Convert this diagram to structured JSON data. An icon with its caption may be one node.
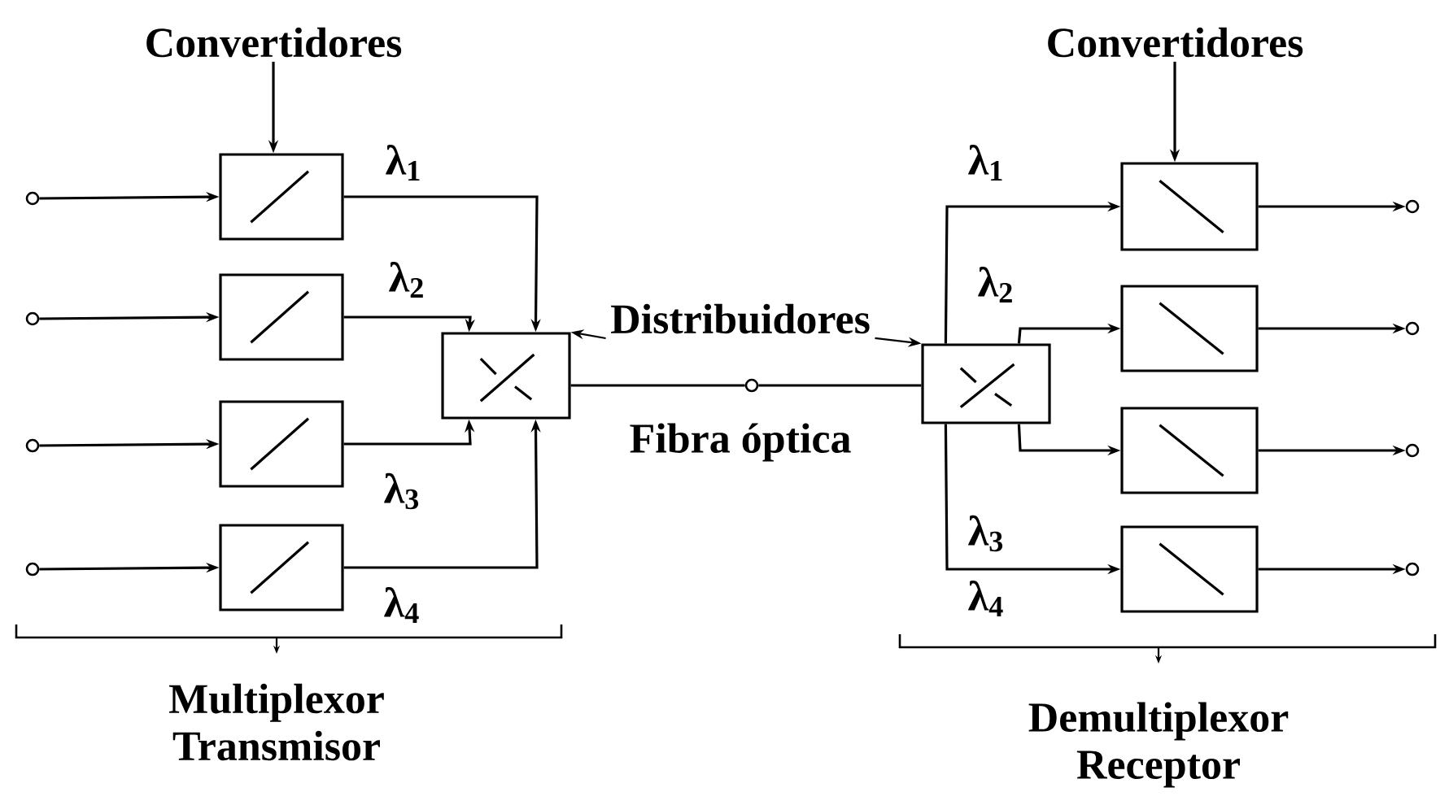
{
  "diagram": {
    "nodes": [
      {
        "text": [
          "Convertidores"
        ]
      },
      {
        "text": [
          "Convertidores"
        ]
      },
      {
        "text": [],
        "shape": "circle"
      },
      {
        "text": [],
        "shape": "circle"
      },
      {
        "text": [],
        "shape": "circle"
      },
      {
        "text": [],
        "shape": "circle"
      },
      {
        "text": [],
        "shape": "box"
      },
      {
        "text": [],
        "shape": "box"
      },
      {
        "text": [],
        "shape": "box"
      },
      {
        "text": [],
        "shape": "box"
      },
      {
        "text": [
          "Distribuidores"
        ]
      },
      {
        "text": [],
        "shape": "box"
      },
      {
        "text": [],
        "shape": "circle"
      },
      {
        "text": [],
        "shape": "box"
      },
      {
        "text": [],
        "shape": "box"
      },
      {
        "text": [],
        "shape": "box"
      },
      {
        "text": [],
        "shape": "box"
      },
      {
        "text": [],
        "shape": "box"
      },
      {
        "text": [],
        "shape": "circle"
      },
      {
        "text": [],
        "shape": "circle"
      },
      {
        "text": [],
        "shape": "circle"
      },
      {
        "text": [],
        "shape": "circle"
      }
    ],
    "edges": [
      {
        "from": 0,
        "to": 6,
        "arrow": "to"
      },
      {
        "from": 1,
        "to": 14,
        "arrow": "to"
      },
      {
        "from": 2,
        "to": 6,
        "arrow": "to"
      },
      {
        "from": 3,
        "to": 7,
        "arrow": "to"
      },
      {
        "from": 4,
        "to": 8,
        "arrow": "to"
      },
      {
        "from": 5,
        "to": 9,
        "arrow": "to"
      },
      {
        "from": 6,
        "to": 11,
        "arrow": "to",
        "label": "λ$_{1}$"
      },
      {
        "from": 7,
        "to": 11,
        "arrow": "to",
        "label": "λ$_{2}$"
      },
      {
        "from": 8,
        "to": 11,
        "arrow": "to",
        "label": "λ$_{3}$"
      },
      {
        "from": 9,
        "to": 11,
        "arrow": "to",
        "label": "λ$_{4}$"
      },
      {
        "from": 10,
        "to": 11,
        "arrow": "to"
      },
      {
        "from": 10,
        "to": 13,
        "arrow": "to"
      },
      {
        "from": 11,
        "to": 12,
        "arrow": "none"
      },
      {
        "from": 12,
        "to": 13,
        "arrow": "none"
      },
      {
        "from": 13,
        "to": 14,
        "arrow": "to",
        "label": "λ$_{1}$"
      },
      {
        "from": 13,
        "to": 15,
        "arrow": "to",
        "label": "λ$_{2}$"
      },
      {
        "from": 13,
        "to": 16,
        "arrow": "to"
      },
      {
        "from": 13,
        "to": 17,
        "arrow": "to",
        "label": "λ$_{3}$"
      },
      {
        "from": 14,
        "to": 18,
        "arrow": "to"
      },
      {
        "from": 15,
        "to": 19,
        "arrow": "to"
      },
      {
        "from": 16,
        "to": 20,
        "arrow": "to"
      },
      {
        "from": 17,
        "to": 21,
        "arrow": "to"
      }
    ],
    "labels": [
      "Fibra óptica",
      "λ$_{4}$",
      "Multiplexor Transmisor",
      "Demultiplexor Receptor"
    ]
  }
}
